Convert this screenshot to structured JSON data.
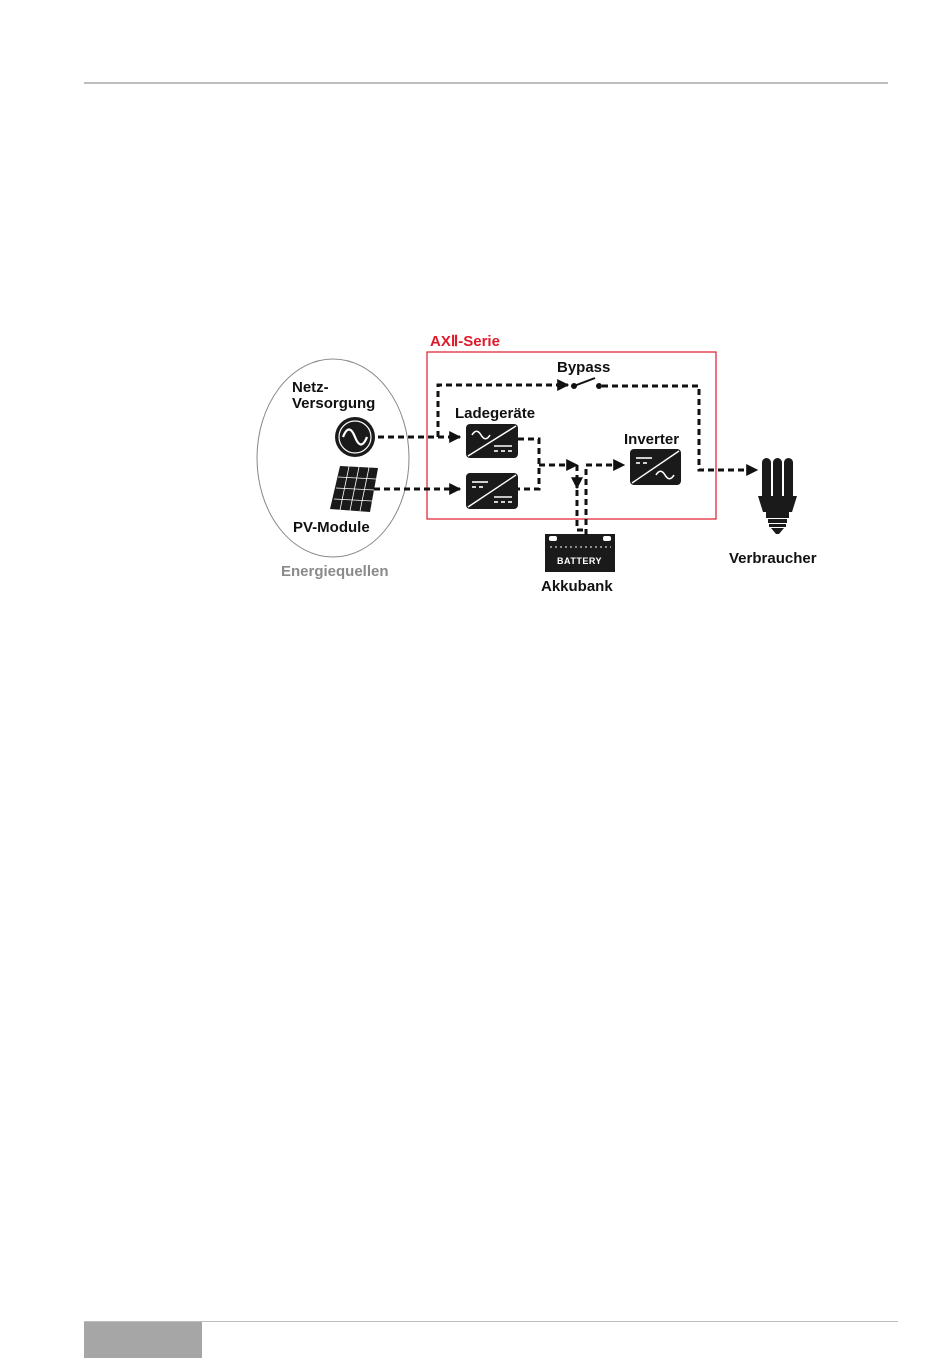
{
  "diagram": {
    "series_label": "AXⅡ-Serie",
    "bypass_label": "Bypass",
    "chargers_label": "Ladegeräte",
    "inverter_label": "Inverter",
    "grid_label_line1": "Netz-",
    "grid_label_line2": "Versorgung",
    "pv_label": "PV-Module",
    "sources_label": "Energiequellen",
    "battery_bank_label": "Akkubank",
    "battery_text": "BATTERY",
    "load_label": "Verbraucher"
  },
  "colors": {
    "series_border": "#e01a2b",
    "sources_label": "#8a8a8a",
    "rule": "#bdbdbd",
    "page_tab": "#a6a6a6"
  },
  "icons": [
    "ac-source-icon",
    "solar-panel-icon",
    "charger-icon",
    "inverter-icon",
    "switch-icon",
    "battery-icon",
    "lightbulb-icon"
  ]
}
